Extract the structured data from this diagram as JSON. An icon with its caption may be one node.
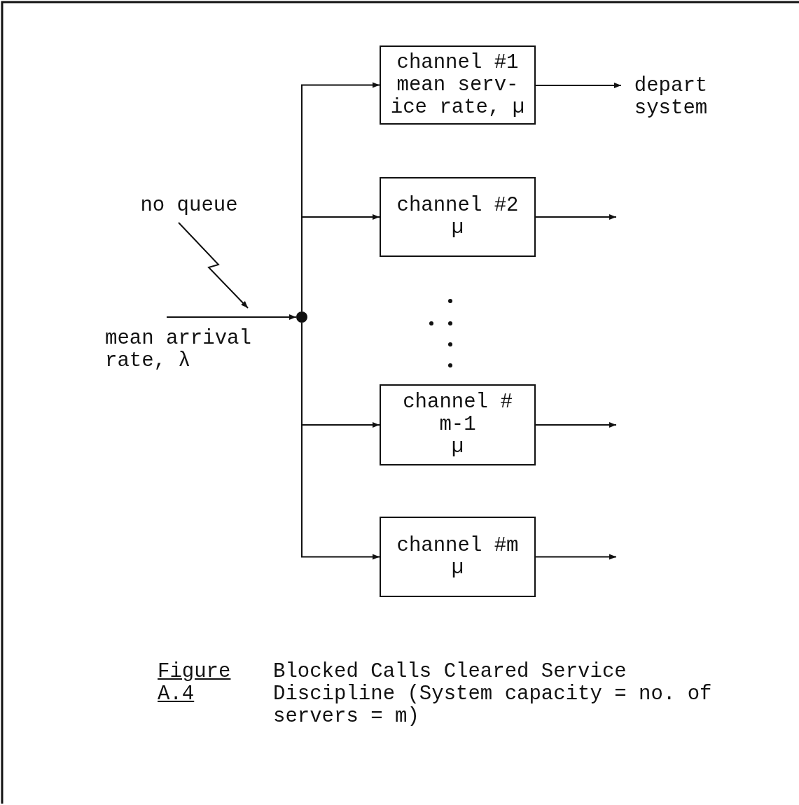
{
  "diagram": {
    "caption": "Blocked Calls Cleared Service Discipline (System capacity = no. of servers = m)",
    "nodes": [
      {
        "text": [
          "no queue"
        ]
      },
      {
        "text": [],
        "shape": "circle"
      },
      {
        "text": [
          "channel #1 mean serv- ice rate, µ"
        ]
      },
      {
        "text": [
          "channel #2",
          "µ"
        ]
      },
      {
        "text": [
          "channel # m-1",
          "µ"
        ]
      },
      {
        "text": [
          "channel #m",
          "µ"
        ]
      },
      {
        "text": [
          "depart system"
        ]
      }
    ],
    "edges": [
      {
        "from": null,
        "to": 1,
        "arrow": "to"
      },
      {
        "from": 0,
        "to": null,
        "arrow": "to"
      },
      {
        "from": 1,
        "to": 2,
        "arrow": "to"
      },
      {
        "from": 1,
        "to": 3,
        "arrow": "to"
      },
      {
        "from": 1,
        "to": 4,
        "arrow": "to"
      },
      {
        "from": 1,
        "to": 5,
        "arrow": "to"
      },
      {
        "from": 2,
        "to": 6,
        "arrow": "to"
      },
      {
        "from": 3,
        "to": null,
        "arrow": "to"
      },
      {
        "from": 4,
        "to": null,
        "arrow": "to"
      },
      {
        "from": 5,
        "to": null,
        "arrow": "to"
      }
    ],
    "labels": [
      "mean arrival rate, λ",
      "Figure A.4"
    ]
  }
}
